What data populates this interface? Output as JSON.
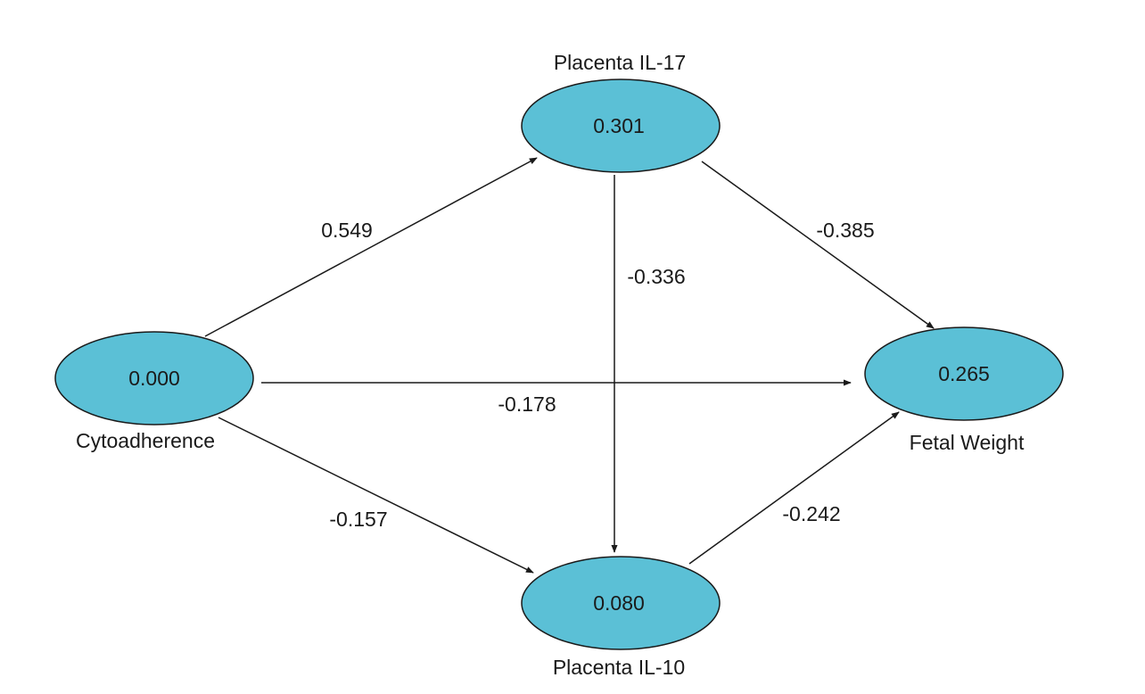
{
  "nodes": {
    "il17": {
      "label": "Placenta IL-17",
      "value": "0.301"
    },
    "cyto": {
      "label": "Cytoadherence",
      "value": "0.000"
    },
    "fetal": {
      "label": "Fetal Weight",
      "value": "0.265"
    },
    "il10": {
      "label": "Placenta IL-10",
      "value": "0.080"
    }
  },
  "edges": {
    "cyto_il17": "0.549",
    "il17_il10": "-0.336",
    "il17_fetal": "-0.385",
    "cyto_fetal": "-0.178",
    "cyto_il10": "-0.157",
    "il10_fetal": "-0.242"
  },
  "colors": {
    "node_fill": "#5bc0d6",
    "line": "#1a1a1a"
  }
}
